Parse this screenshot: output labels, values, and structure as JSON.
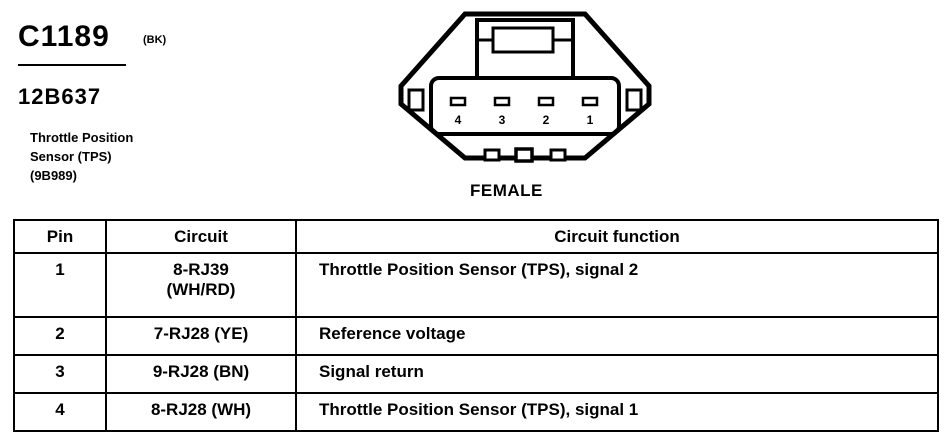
{
  "header": {
    "connector_id": "C1189",
    "color_code": "(BK)",
    "part_number": "12B637",
    "description_lines": [
      "Throttle Position",
      "Sensor (TPS)",
      "(9B989)"
    ]
  },
  "diagram": {
    "pin_labels": [
      "4",
      "3",
      "2",
      "1"
    ],
    "gender_label": "FEMALE"
  },
  "table": {
    "headers": [
      "Pin",
      "Circuit",
      "Circuit function"
    ],
    "rows": [
      {
        "pin": "1",
        "circuit_line1": "8-RJ39",
        "circuit_line2": "(WH/RD)",
        "function": "Throttle Position Sensor (TPS), signal 2"
      },
      {
        "pin": "2",
        "circuit": "7-RJ28 (YE)",
        "function": "Reference voltage"
      },
      {
        "pin": "3",
        "circuit": "9-RJ28 (BN)",
        "function": "Signal return"
      },
      {
        "pin": "4",
        "circuit": "8-RJ28 (WH)",
        "function": "Throttle Position Sensor (TPS), signal 1"
      }
    ]
  }
}
